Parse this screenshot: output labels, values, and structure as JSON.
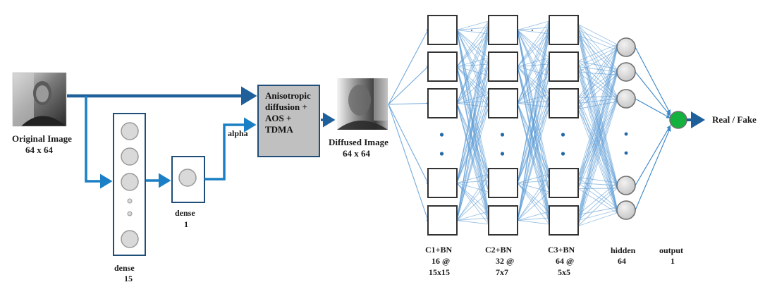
{
  "title": "Anisotropic diffusion CNN architecture for real/fake face detection",
  "colors": {
    "main_arrow": "#1f5f9a",
    "branch_arrow": "#1a7fc4",
    "connection": "#5b9bd5",
    "box_border": "#1f4e79",
    "node_fill": "#d9d9d9",
    "node_stroke": "#8c8c8c",
    "output_node": "#14b13f",
    "process_fill": "#c0c0c0"
  },
  "input": {
    "label_line1": "Original Image",
    "label_line2": "64 x 64"
  },
  "dense15": {
    "label_line1": "dense",
    "label_line2": "15"
  },
  "dense1": {
    "label_line1": "dense",
    "label_line2": "1"
  },
  "alpha_label": "alpha",
  "process_box": {
    "lines": [
      "Anisotropic",
      "diffusion +",
      "AOS +",
      "TDMA"
    ]
  },
  "diffused": {
    "label_line1": "Diffused Image",
    "label_line2": "64 x 64"
  },
  "conv_layers": [
    {
      "name": "C1+BN",
      "maps": "16 @",
      "size": "15x15"
    },
    {
      "name": "C2+BN",
      "maps": "32 @",
      "size": "7x7"
    },
    {
      "name": "C3+BN",
      "maps": "64 @",
      "size": "5x5"
    }
  ],
  "hidden": {
    "label_line1": "hidden",
    "label_line2": "64"
  },
  "output": {
    "label_line1": "output",
    "label_line2": "1"
  },
  "result_label": "Real / Fake",
  "icons": {
    "original_image": "face-photo-icon",
    "diffused_image": "blurred-face-photo-icon"
  }
}
